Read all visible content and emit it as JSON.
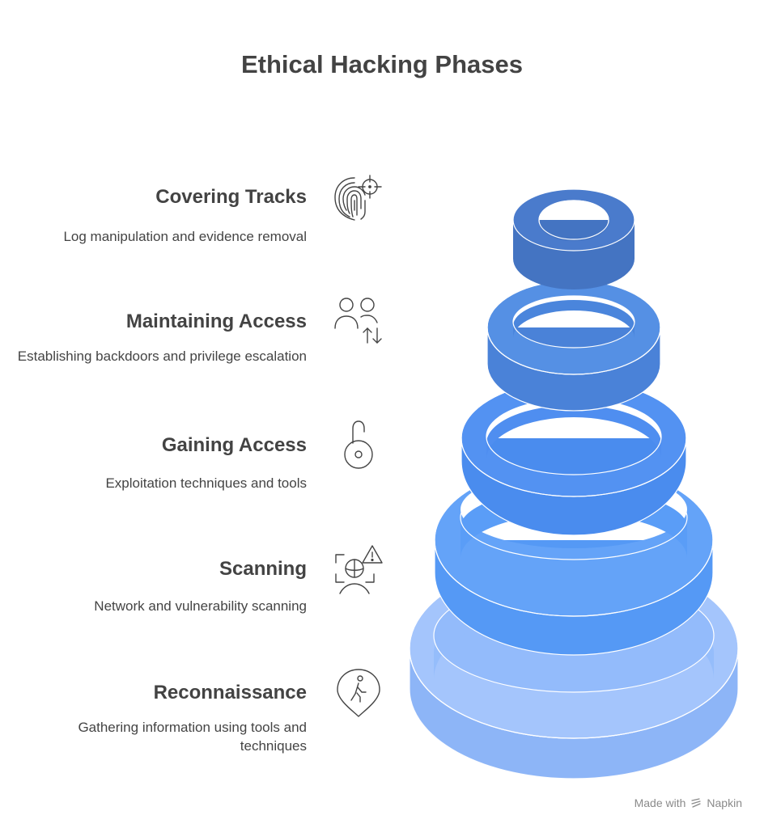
{
  "title": "Ethical Hacking Phases",
  "phases": [
    {
      "title": "Covering Tracks",
      "description": "Log manipulation and evidence removal",
      "icon": "fingerprint-target-icon",
      "color": "#4877c6"
    },
    {
      "title": "Maintaining Access",
      "description": "Establishing backdoors and privilege escalation",
      "icon": "users-transfer-icon",
      "color": "#4f87dc"
    },
    {
      "title": "Gaining Access",
      "description": "Exploitation techniques and tools",
      "icon": "unlocked-padlock-icon",
      "color": "#5392f2"
    },
    {
      "title": "Scanning",
      "description": "Network and vulnerability scanning",
      "icon": "scan-warning-icon",
      "color": "#5a9df7"
    },
    {
      "title": "Reconnaissance",
      "description": "Gathering information using tools and techniques",
      "icon": "location-person-icon",
      "color": "#93bbfb"
    }
  ],
  "footer": {
    "made_with": "Made with",
    "brand": "Napkin"
  }
}
